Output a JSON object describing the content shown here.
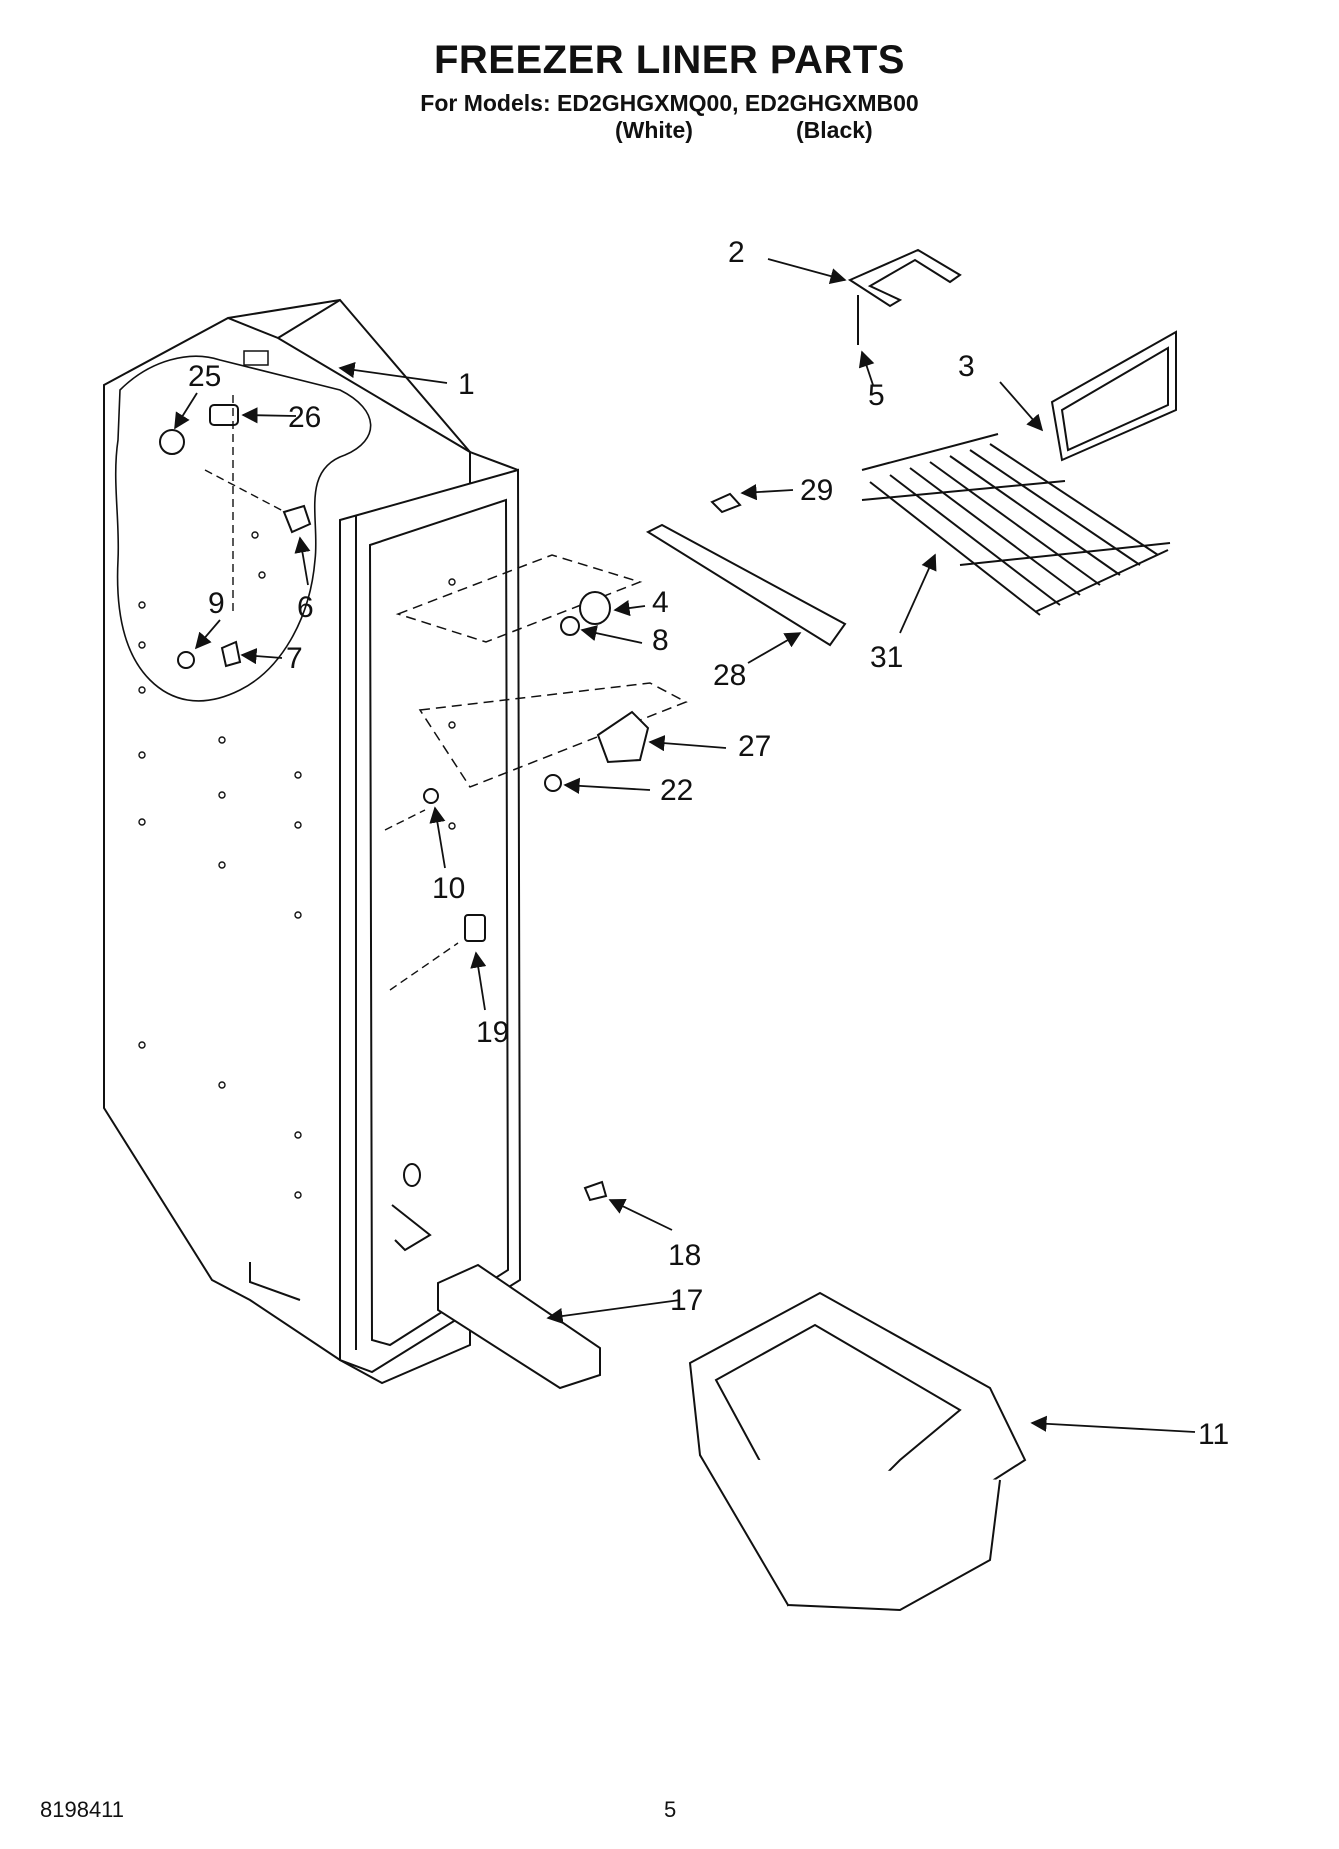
{
  "header": {
    "title": "FREEZER LINER PARTS",
    "models_line": "For Models: ED2GHGXMQ00, ED2GHGXMB00",
    "variant_white": "(White)",
    "variant_black": "(Black)"
  },
  "callouts": {
    "c1": "1",
    "c2": "2",
    "c3": "3",
    "c4": "4",
    "c5": "5",
    "c6": "6",
    "c7": "7",
    "c8": "8",
    "c9": "9",
    "c10": "10",
    "c11": "11",
    "c17": "17",
    "c18": "18",
    "c19": "19",
    "c22": "22",
    "c25": "25",
    "c26": "26",
    "c27": "27",
    "c28": "28",
    "c29": "29",
    "c31": "31"
  },
  "footer": {
    "doc_number": "8198411",
    "page_number": "5"
  }
}
